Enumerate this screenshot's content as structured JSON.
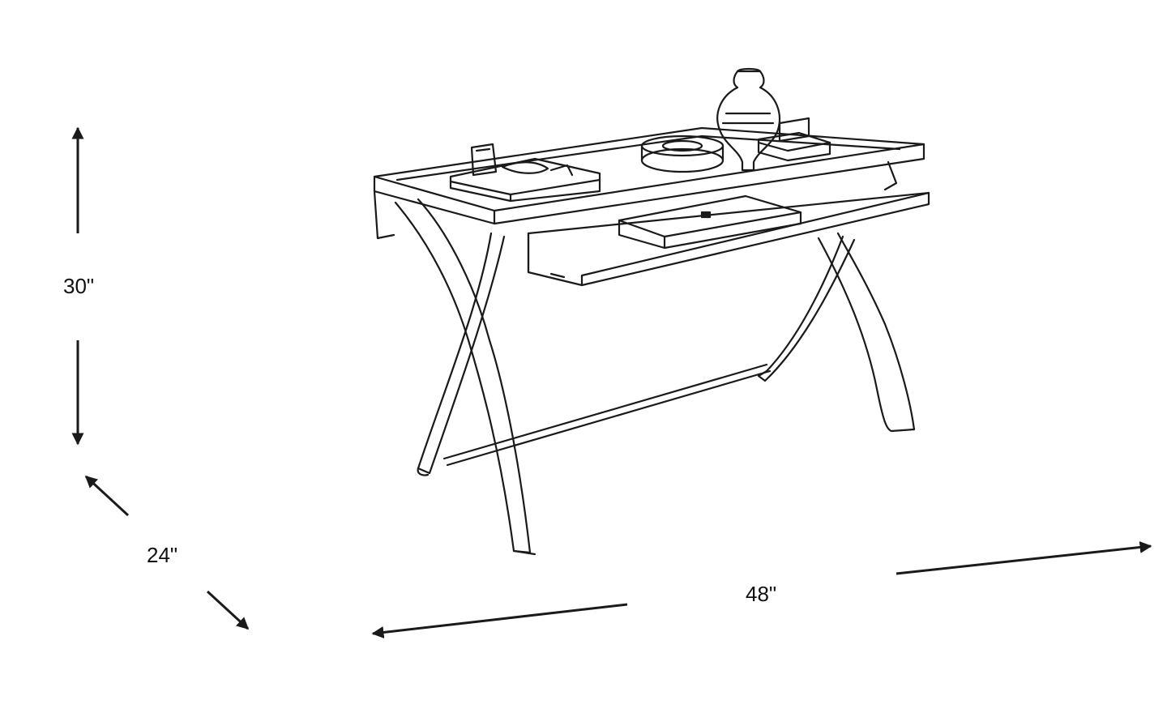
{
  "dimensions": {
    "height": "30\"",
    "depth": "24\"",
    "width": "48\""
  },
  "colors": {
    "line": "#1a1a1a",
    "background": "#ffffff"
  }
}
